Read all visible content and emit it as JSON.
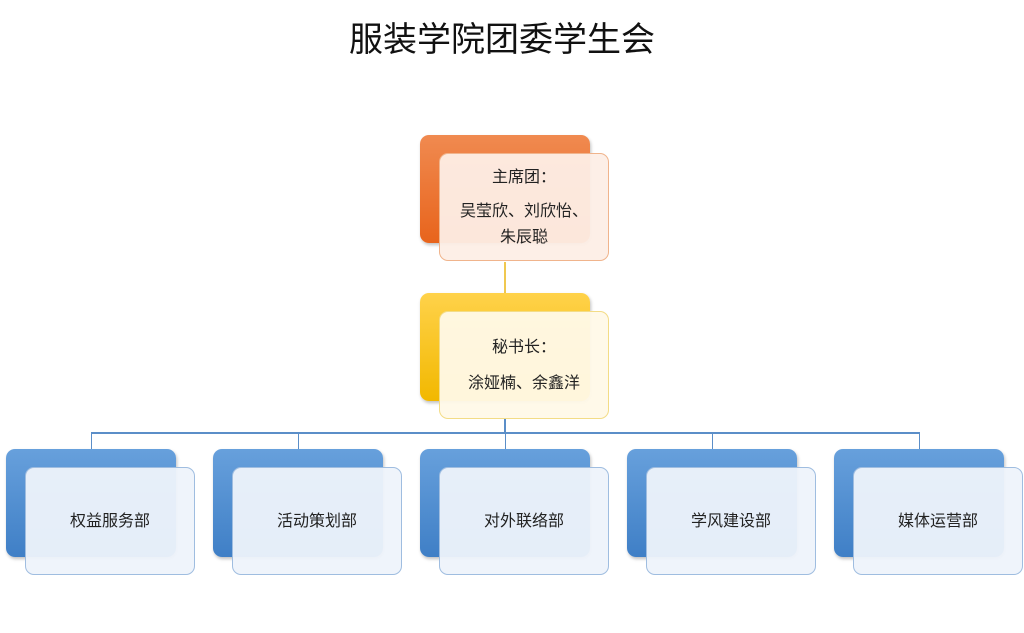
{
  "title": "服装学院团委学生会",
  "presidium": {
    "role": "主席团：",
    "names_line1": "吴莹欣、刘欣怡、",
    "names_line2": "朱辰聪"
  },
  "secretary": {
    "role": "秘书长：",
    "names": "涂娅楠、余鑫洋"
  },
  "departments": [
    "权益服务部",
    "活动策划部",
    "对外联络部",
    "学风建设部",
    "媒体运营部"
  ],
  "colors": {
    "orange": "#e8641c",
    "yellow": "#f2b800",
    "blue": "#3f7fc6",
    "line": "#5b8ec8"
  }
}
